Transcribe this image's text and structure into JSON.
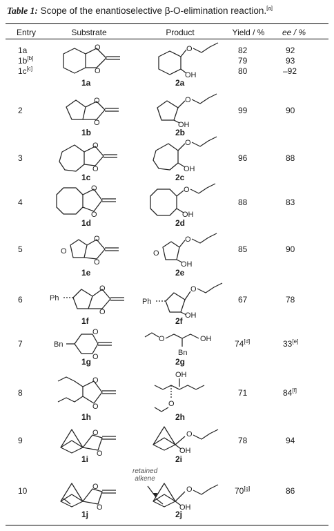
{
  "caption": {
    "lead": "Table 1:",
    "text": "Scope of the enantioselective β-O-elimination reaction.",
    "footnote_mark": "[a]"
  },
  "headers": [
    "Entry",
    "Substrate",
    "Product",
    "Yield / %",
    "ee / %"
  ],
  "rows": [
    {
      "entries": [
        "1a",
        "1b",
        "1c"
      ],
      "entry_marks": [
        "",
        "[b]",
        "[c]"
      ],
      "substrate": "1a",
      "product": "2a",
      "yields": [
        "82",
        "79",
        "80"
      ],
      "ees": [
        "92",
        "93",
        "–92"
      ]
    },
    {
      "entry": "2",
      "substrate": "1b",
      "product": "2b",
      "yield": "99",
      "ee": "90"
    },
    {
      "entry": "3",
      "substrate": "1c",
      "product": "2c",
      "yield": "96",
      "ee": "88"
    },
    {
      "entry": "4",
      "substrate": "1d",
      "product": "2d",
      "yield": "88",
      "ee": "83"
    },
    {
      "entry": "5",
      "substrate": "1e",
      "product": "2e",
      "yield": "85",
      "ee": "90"
    },
    {
      "entry": "6",
      "substrate": "1f",
      "product": "2f",
      "yield": "67",
      "ee": "78"
    },
    {
      "entry": "7",
      "substrate": "1g",
      "product": "2g",
      "yield": "74",
      "yield_mark": "[d]",
      "ee": "33",
      "ee_mark": "[e]"
    },
    {
      "entry": "8",
      "substrate": "1h",
      "product": "2h",
      "yield": "71",
      "ee": "84",
      "ee_mark": "[f]"
    },
    {
      "entry": "9",
      "substrate": "1i",
      "product": "2i",
      "yield": "78",
      "ee": "94"
    },
    {
      "entry": "10",
      "substrate": "1j",
      "product": "2j",
      "yield": "70",
      "yield_mark": "[g]",
      "ee": "86"
    }
  ],
  "atoms": {
    "O": "O",
    "OH": "OH",
    "Ph": "Ph",
    "Bn": "Bn"
  },
  "annotation": {
    "line1": "retained",
    "line2": "alkene"
  }
}
